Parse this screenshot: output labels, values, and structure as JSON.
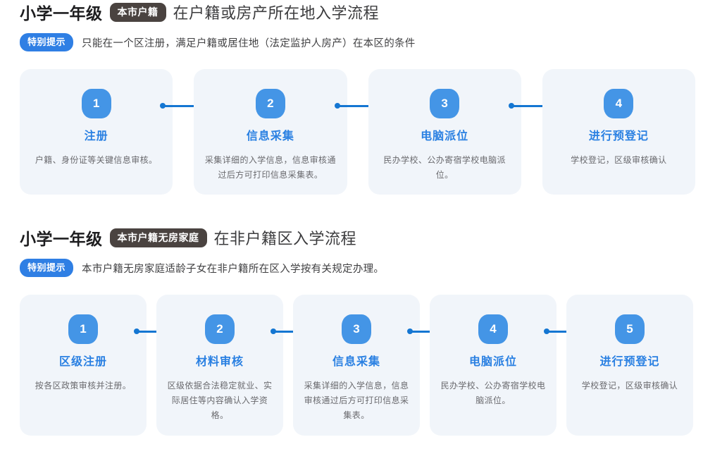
{
  "sections": [
    {
      "id": "section-huji",
      "title_strong": "小学一年级",
      "badge": "本市户籍",
      "title_rest": "在户籍或房产所在地入学流程",
      "note_pill": "特别提示",
      "note_text": "只能在一个区注册，满足户籍或居住地（法定监护人房产）在本区的条件",
      "steps": [
        {
          "num": "1",
          "title": "注册",
          "desc": "户籍、身份证等关键信息审核。"
        },
        {
          "num": "2",
          "title": "信息采集",
          "desc": "采集详细的入学信息，信息审核通过后方可打印信息采集表。"
        },
        {
          "num": "3",
          "title": "电脑派位",
          "desc": "民办学校、公办寄宿学校电脑派位。"
        },
        {
          "num": "4",
          "title": "进行预登记",
          "desc": "学校登记，区级审核确认"
        }
      ]
    },
    {
      "id": "section-wufang",
      "title_strong": "小学一年级",
      "badge": "本市户籍无房家庭",
      "title_rest": "在非户籍区入学流程",
      "note_pill": "特别提示",
      "note_text": "本市户籍无房家庭适龄子女在非户籍所在区入学按有关规定办理。",
      "steps": [
        {
          "num": "1",
          "title": "区级注册",
          "desc": "按各区政策审核并注册。"
        },
        {
          "num": "2",
          "title": "材料审核",
          "desc": "区级依据合法稳定就业、实际居住等内容确认入学资格。"
        },
        {
          "num": "3",
          "title": "信息采集",
          "desc": "采集详细的入学信息，信息审核通过后方可打印信息采集表。"
        },
        {
          "num": "4",
          "title": "电脑派位",
          "desc": "民办学校、公办寄宿学校电脑派位。"
        },
        {
          "num": "5",
          "title": "进行预登记",
          "desc": "学校登记，区级审核确认"
        }
      ]
    }
  ],
  "colors": {
    "accent_blue": "#2a80e2",
    "step_circle": "#4495e6",
    "arrow_blue": "#1476d2",
    "badge_dark": "#4a4340",
    "card_bg": "#f1f5fa",
    "pill_blue": "#2f7fe4"
  }
}
